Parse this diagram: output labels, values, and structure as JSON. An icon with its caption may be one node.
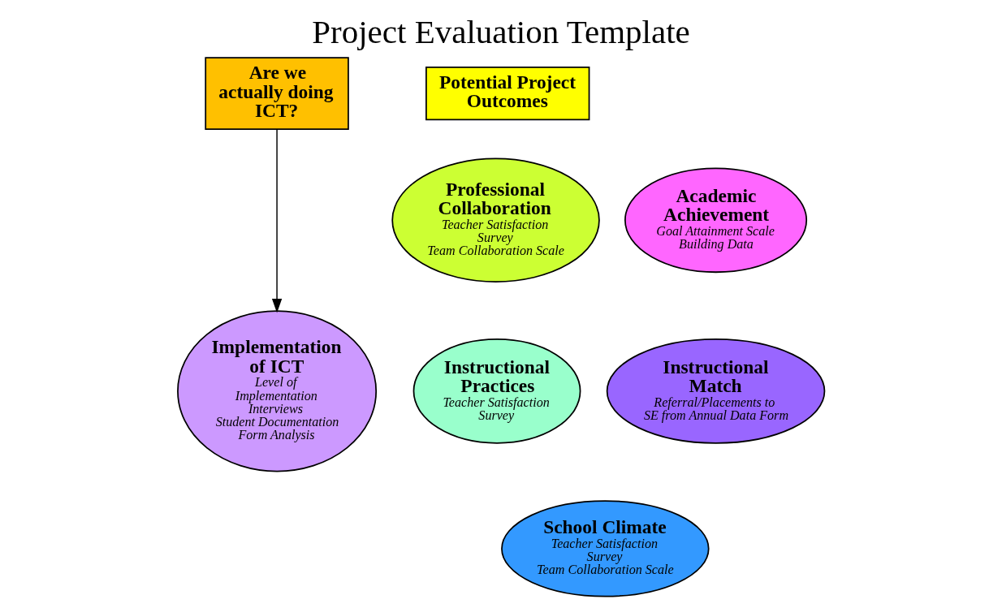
{
  "diagram": {
    "title": "Project Evaluation Template",
    "nodes": [
      {
        "text": [
          "Are we actually doing ICT?"
        ]
      },
      {
        "text": [
          "Implementation of ICT",
          "Level of Implementation Interviews",
          "Student Documentation Form Analysis"
        ]
      },
      {
        "text": [
          "Potential Project Outcomes"
        ]
      },
      {
        "text": [
          "Professional Collaboration",
          "Teacher Satisfaction Survey",
          "Team Collaboration Scale"
        ]
      },
      {
        "text": [
          "Academic Achievement",
          "Goal Attainment Scale",
          "Building Data"
        ]
      },
      {
        "text": [
          "Instructional Practices",
          "Teacher Satisfaction Survey"
        ]
      },
      {
        "text": [
          "Instructional Match",
          "Referral/Placements to SE from Annual Data Form"
        ]
      },
      {
        "text": [
          "School Climate",
          "Teacher Satisfaction Survey",
          "Team Collaboration Scale"
        ]
      }
    ],
    "edges": [
      {
        "from": 0,
        "to": 1,
        "arrow": "to"
      }
    ]
  }
}
